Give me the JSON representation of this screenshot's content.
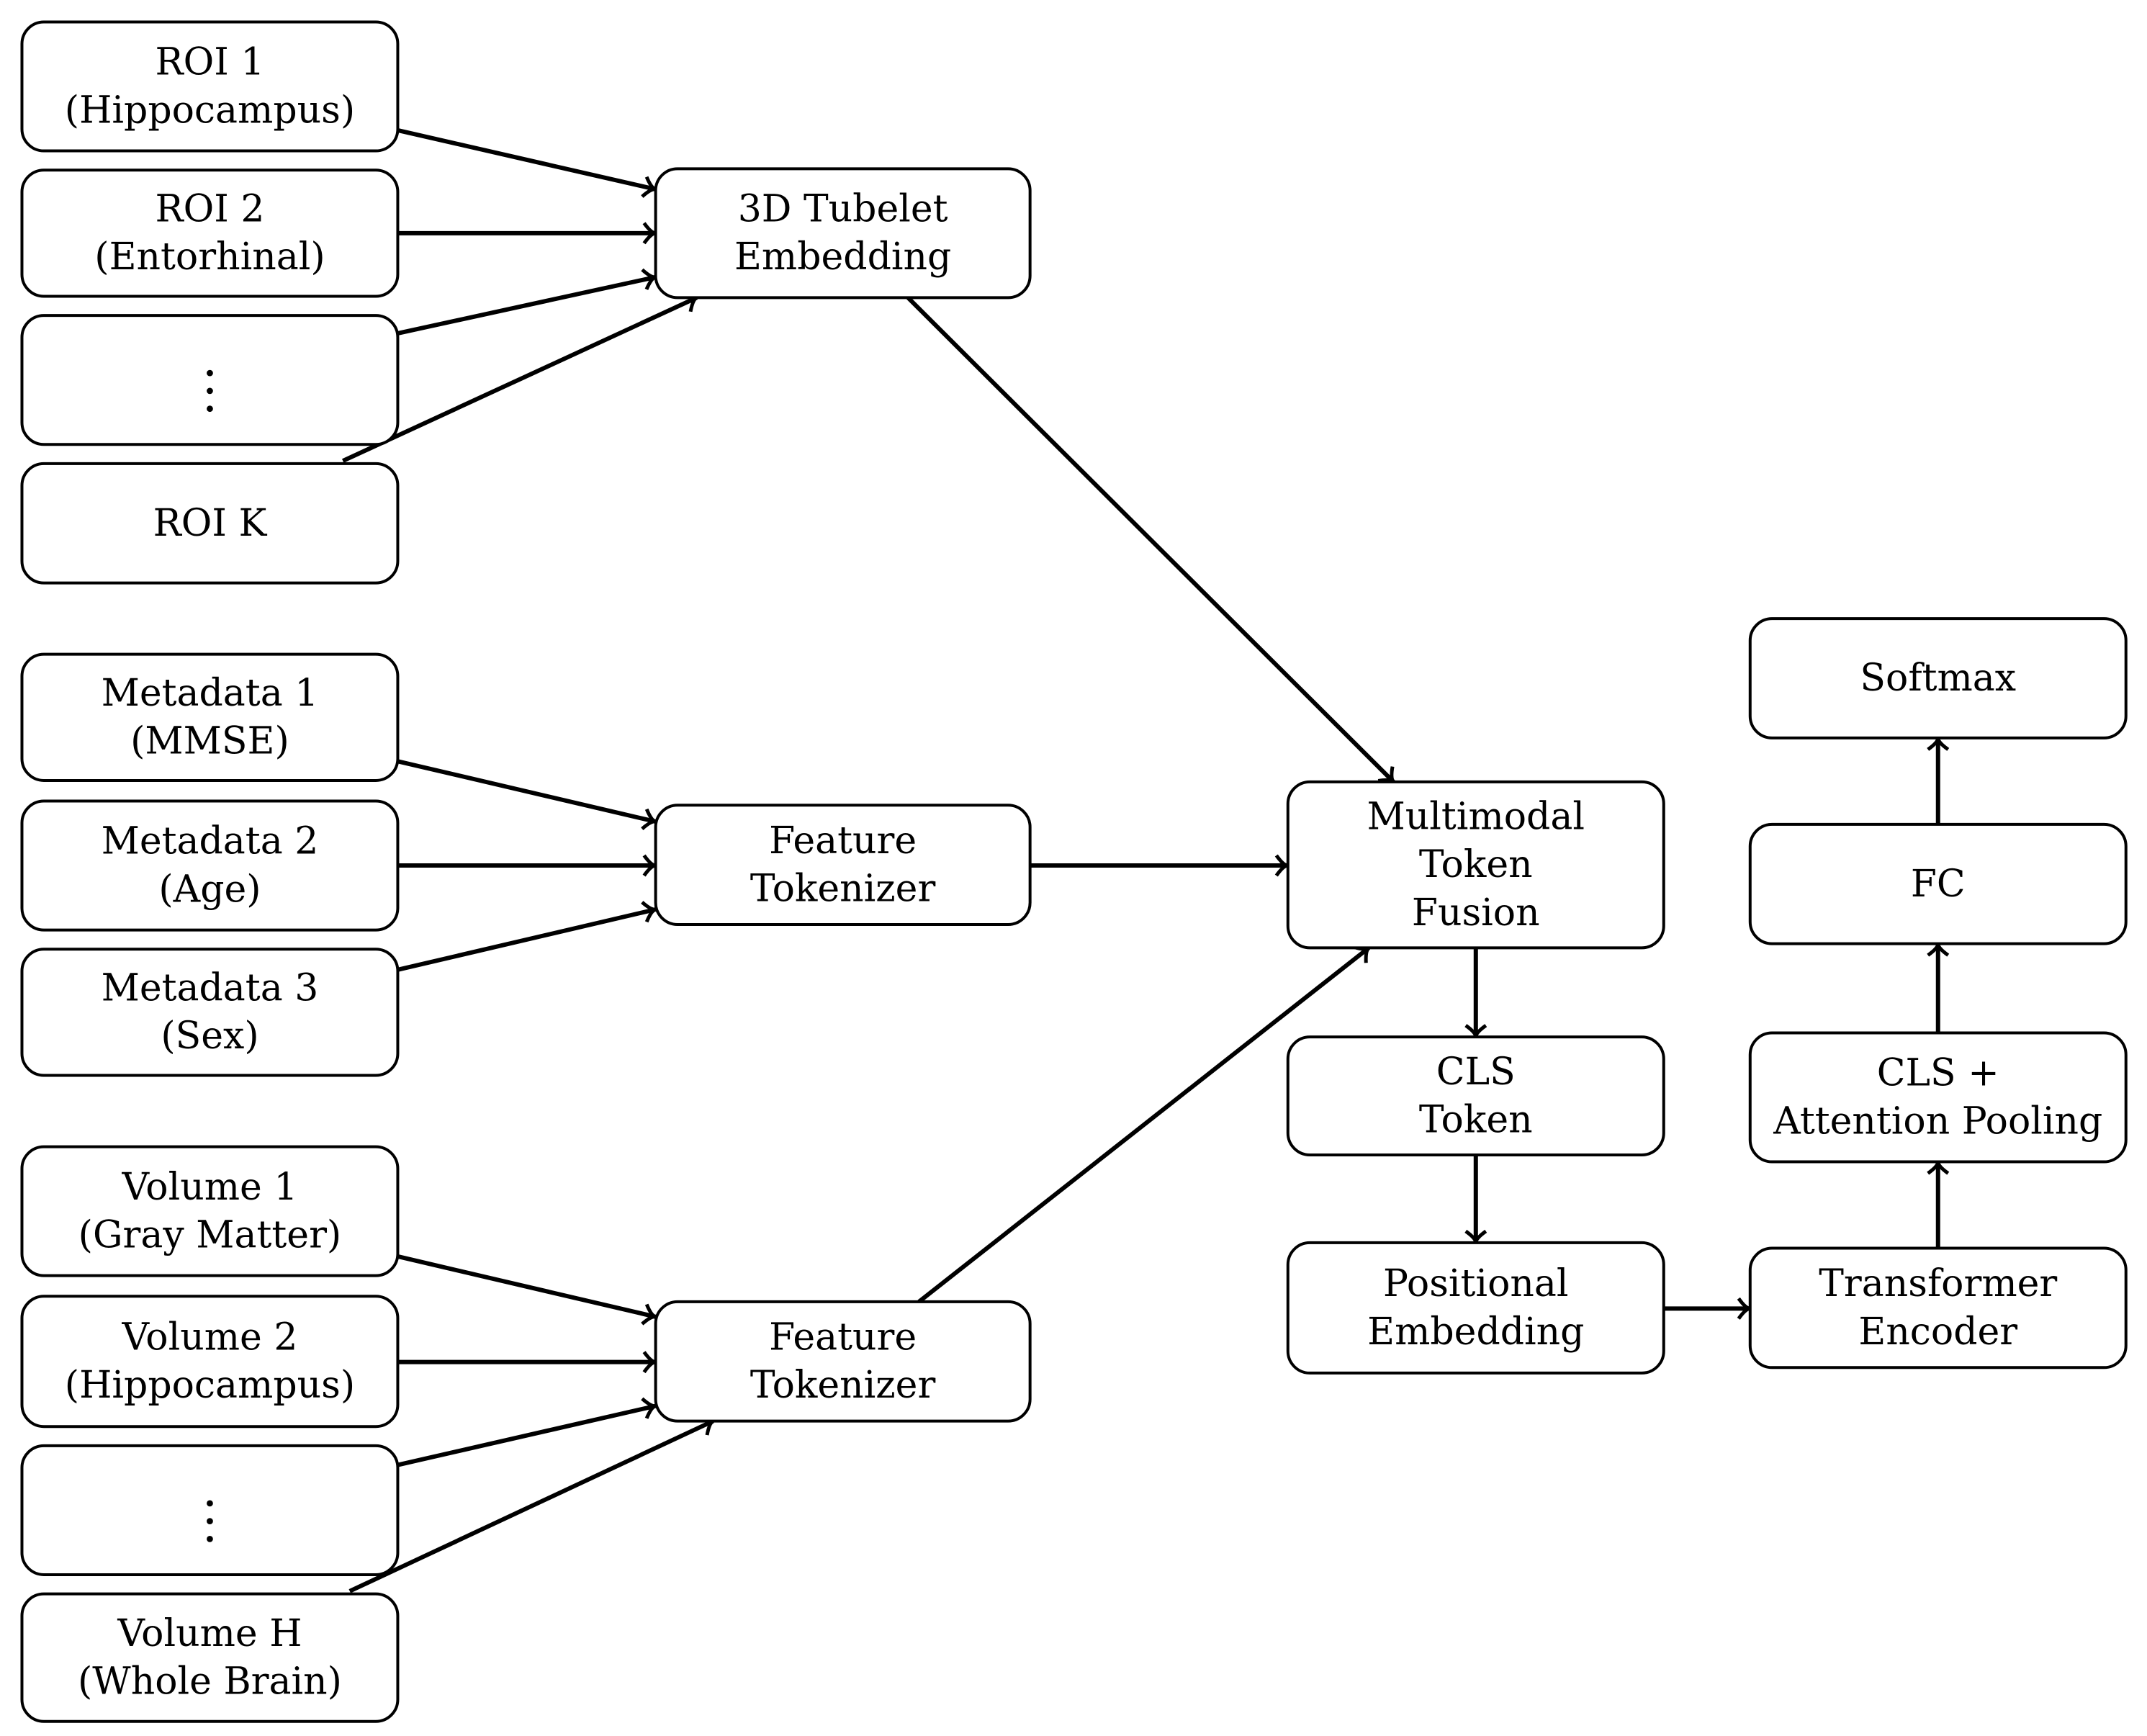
{
  "nodes": {
    "roi1": {
      "lines": [
        "ROI 1",
        "(Hippocampus)"
      ]
    },
    "roi2": {
      "lines": [
        "ROI 2",
        "(Entorhinal)"
      ]
    },
    "roi_ellipsis": {
      "lines": []
    },
    "roik": {
      "lines": [
        "ROI K"
      ]
    },
    "tubelet": {
      "lines": [
        "3D Tubelet",
        "Embedding"
      ]
    },
    "meta1": {
      "lines": [
        "Metadata 1",
        "(MMSE)"
      ]
    },
    "meta2": {
      "lines": [
        "Metadata 2",
        "(Age)"
      ]
    },
    "meta3": {
      "lines": [
        "Metadata 3",
        "(Sex)"
      ]
    },
    "tok_meta": {
      "lines": [
        "Feature",
        "Tokenizer"
      ]
    },
    "vol1": {
      "lines": [
        "Volume 1",
        "(Gray Matter)"
      ]
    },
    "vol2": {
      "lines": [
        "Volume 2",
        "(Hippocampus)"
      ]
    },
    "vol_ellipsis": {
      "lines": []
    },
    "volh": {
      "lines": [
        "Volume H",
        "(Whole Brain)"
      ]
    },
    "tok_vol": {
      "lines": [
        "Feature",
        "Tokenizer"
      ]
    },
    "fusion": {
      "lines": [
        "Multimodal",
        "Token",
        "Fusion"
      ]
    },
    "cls_token": {
      "lines": [
        "CLS",
        "Token"
      ]
    },
    "positional": {
      "lines": [
        "Positional",
        "Embedding"
      ]
    },
    "transformer": {
      "lines": [
        "Transformer",
        "Encoder"
      ]
    },
    "pooling": {
      "lines": [
        "CLS +",
        "Attention Pooling"
      ]
    },
    "fc": {
      "lines": [
        "FC"
      ]
    },
    "softmax": {
      "lines": [
        "Softmax"
      ]
    }
  },
  "edges": [
    {
      "from": "roi1",
      "to": "tubelet"
    },
    {
      "from": "roi2",
      "to": "tubelet"
    },
    {
      "from": "roi_ellipsis",
      "to": "tubelet"
    },
    {
      "from": "roik",
      "to": "tubelet"
    },
    {
      "from": "meta1",
      "to": "tok_meta"
    },
    {
      "from": "meta2",
      "to": "tok_meta"
    },
    {
      "from": "meta3",
      "to": "tok_meta"
    },
    {
      "from": "vol1",
      "to": "tok_vol"
    },
    {
      "from": "vol2",
      "to": "tok_vol"
    },
    {
      "from": "vol_ellipsis",
      "to": "tok_vol"
    },
    {
      "from": "volh",
      "to": "tok_vol"
    },
    {
      "from": "tubelet",
      "to": "fusion"
    },
    {
      "from": "tok_meta",
      "to": "fusion"
    },
    {
      "from": "tok_vol",
      "to": "fusion"
    },
    {
      "from": "fusion",
      "to": "cls_token"
    },
    {
      "from": "cls_token",
      "to": "positional"
    },
    {
      "from": "positional",
      "to": "transformer"
    },
    {
      "from": "transformer",
      "to": "pooling"
    },
    {
      "from": "pooling",
      "to": "fc"
    },
    {
      "from": "fc",
      "to": "softmax"
    }
  ]
}
